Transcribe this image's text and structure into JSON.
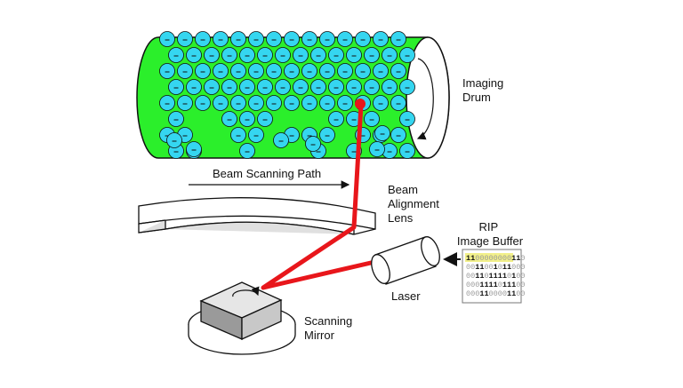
{
  "labels": {
    "imaging_drum": [
      "Imaging",
      "Drum"
    ],
    "beam_scanning_path": "Beam Scanning Path",
    "beam_alignment_lens": [
      "Beam",
      "Alignment",
      "Lens"
    ],
    "rip_image_buffer": [
      "RIP",
      "Image Buffer"
    ],
    "laser": "Laser",
    "scanning_mirror": [
      "Scanning",
      "Mirror"
    ]
  },
  "charge_symbol": "–",
  "buffer_rows": [
    "1100000000110",
    "0011001011000",
    "0011011110100",
    "0001111011100",
    "0001100001100"
  ],
  "colors": {
    "drum_green": "#2bef2b",
    "particle_cyan": "#35d6f0",
    "beam_red": "#e8161b",
    "buffer_highlight": "#f2f08a"
  }
}
